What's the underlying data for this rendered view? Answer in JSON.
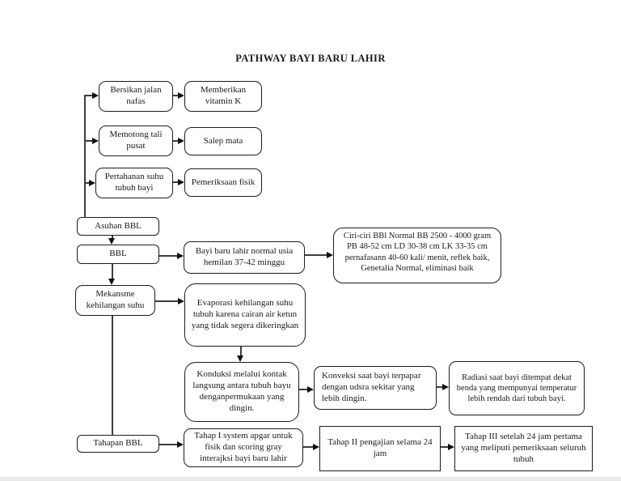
{
  "title": "PATHWAY BAYI BARU LAHIR",
  "colors": {
    "box_border": "#1c1c1c",
    "connector": "#3d3d3d",
    "background": "#ffffff"
  },
  "nodes": {
    "bersikan": {
      "label": "Bersikan jalan nafas"
    },
    "vitamin_k": {
      "label": "Memberikan vitamin K"
    },
    "memotong": {
      "label": "Memotong tali pusat"
    },
    "salep_mata": {
      "label": "Salep mata"
    },
    "pertahanan": {
      "label": "Pertahanan suhu tubuh bayi"
    },
    "pemeriksaan": {
      "label": "Pemeriksaan fisik"
    },
    "asuhan_bbl": {
      "label": "Asuhan BBL"
    },
    "bbl": {
      "label": "BBL"
    },
    "bayi_normal": {
      "label": "Bayi baru lahir normal usia hemilan 37-42 minggu"
    },
    "ciri_ciri": {
      "label": "Ciri-ciri BBl Normal BB 2500 - 4000 gram PB 48-52 cm LD 30-38 cm LK 33-35 cm pernafasann 40-60 kali/ menit, reflek baik, Genetalia Normal, eliminasi baik"
    },
    "mekansme": {
      "label": "Mekansme kehilangan suhu"
    },
    "evaporasi": {
      "label": "Evaporasi kehilangan suhu tubuh karena cairan air ketun yang tidak segera dikeringkan"
    },
    "konduksi": {
      "label": "Konduksi melalui kontak langsung antara tubuh bayu denganpermukaan yang dingin."
    },
    "konveksi": {
      "label": "Konveksi saat bayi terpapar dengan udsra sekitar yang lebih dingin."
    },
    "radiasi": {
      "label": "Radiasi saat bayi ditempat dekat benda yang mempunyai temperatur lebih rendah dari tubuh bayi."
    },
    "tahapan_bbl": {
      "label": "Tahapan BBL"
    },
    "tahap_1": {
      "label": "Tahap I system apgar untuk fisik dan scoring gray interajksi bayi baru lahir"
    },
    "tahap_2": {
      "label": "Tahap II pengajian selama 24 jam"
    },
    "tahap_3": {
      "label": "Tahap III setelah 24 jam pertama yang meliputi pemeriksaan seluruh tubuh"
    }
  }
}
